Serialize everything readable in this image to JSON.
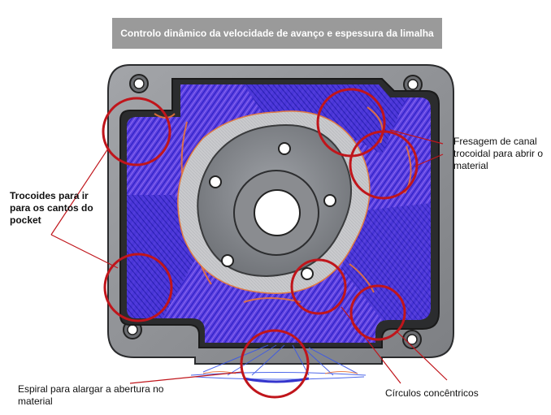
{
  "title": "Controlo dinâmico da velocidade de avanço e espessura da limalha",
  "callouts": {
    "trochoidal_channel": "Fresagem de canal trocoidal para abrir o material",
    "corner_trochoids": "Trocoides para ir para os cantos do pocket",
    "spiral": "Espiral para alargar a abertura no material",
    "concentric": "Círculos concêntricos"
  },
  "colors": {
    "highlight_circle": "#c0151b",
    "toolpath_primary": "#3a2bd6",
    "toolpath_secondary": "#6f3ae0",
    "toolpath_edge": "#e8743a",
    "part_gray": "#8d8f93"
  }
}
